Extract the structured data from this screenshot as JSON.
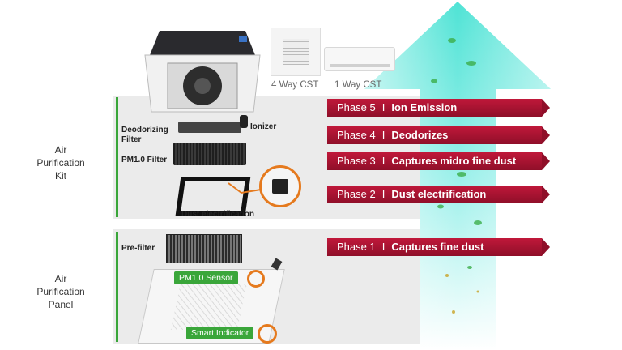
{
  "units": {
    "four_way": "4 Way CST",
    "one_way": "1 Way CST"
  },
  "sections": {
    "kit": "Air\nPurification\nKit",
    "panel": "Air\nPurification\nPanel"
  },
  "parts": {
    "deodorizing_filter": "Deodorizing\nFilter",
    "ionizer": "Ionizer",
    "pm10_filter": "PM1.0 Filter",
    "dust_electrification": "Dust electrification",
    "pre_filter": "Pre-filter",
    "pm10_sensor": "PM1.0 Sensor",
    "smart_indicator": "Smart Indicator"
  },
  "phases": [
    {
      "label": "Phase 5",
      "separator": "I",
      "description": "Ion Emission"
    },
    {
      "label": "Phase 4",
      "separator": "I",
      "description": "Deodorizes"
    },
    {
      "label": "Phase 3",
      "separator": "I",
      "description": "Captures midro fine dust"
    },
    {
      "label": "Phase 2",
      "separator": "I",
      "description": "Dust electrification"
    },
    {
      "label": "Phase 1",
      "separator": "I",
      "description": "Captures fine dust"
    }
  ],
  "colors": {
    "phase_red": "#b5163a",
    "accent_green": "#3aa63a",
    "arrow_cyan": "#38d8cf",
    "ring_orange": "#e57a1e"
  }
}
